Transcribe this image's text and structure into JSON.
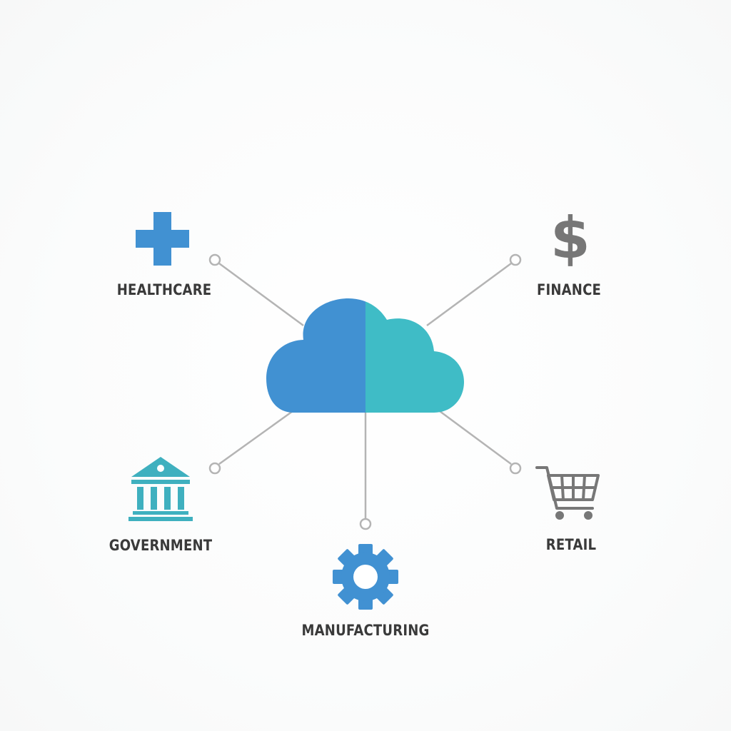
{
  "hub": {
    "icon": "cloud-icon",
    "colors": {
      "left": "#4191d2",
      "right": "#3fbcc6"
    }
  },
  "connectors": {
    "line_color": "#b4b4b4",
    "node_color": "#b4b4b4"
  },
  "industries": [
    {
      "id": "healthcare",
      "label": "HEALTHCARE",
      "icon": "medical-cross-icon",
      "icon_color": "#4191d2"
    },
    {
      "id": "finance",
      "label": "FINANCE",
      "icon": "dollar-sign-icon",
      "icon_color": "#777777"
    },
    {
      "id": "government",
      "label": "GOVERNMENT",
      "icon": "government-building-icon",
      "icon_color": "#3fb0bf"
    },
    {
      "id": "manufacturing",
      "label": "MANUFACTURING",
      "icon": "gear-icon",
      "icon_color": "#4191d2"
    },
    {
      "id": "retail",
      "label": "RETAIL",
      "icon": "shopping-cart-icon",
      "icon_color": "#777777"
    }
  ]
}
